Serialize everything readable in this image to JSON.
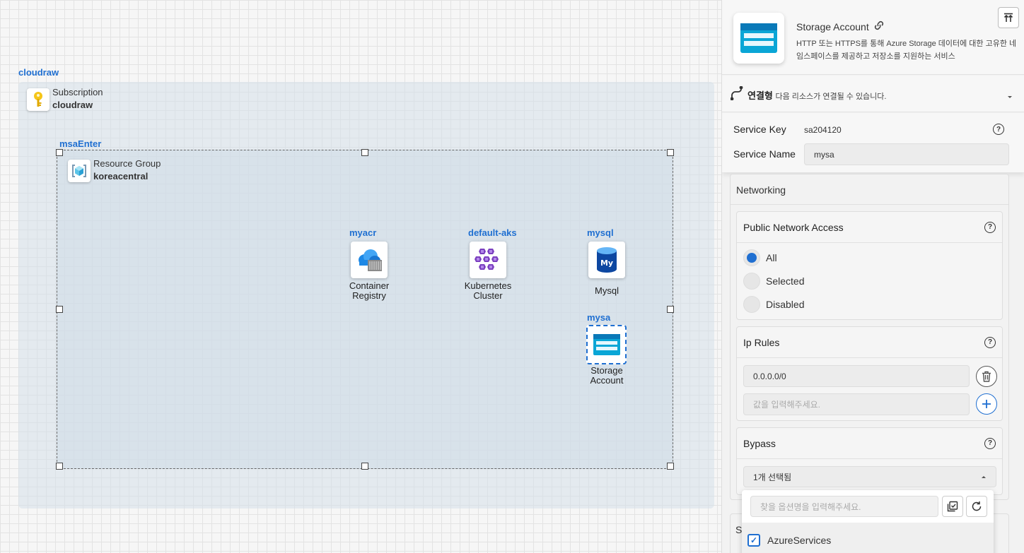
{
  "canvas": {
    "subscription": {
      "group_label": "cloudraw",
      "type_label": "Subscription",
      "name": "cloudraw"
    },
    "resource_group": {
      "group_label": "msaEnter",
      "type_label": "Resource Group",
      "name": "koreacentral"
    },
    "nodes": [
      {
        "name": "myacr",
        "caption_line1": "Container",
        "caption_line2": "Registry",
        "icon": "container-registry-icon"
      },
      {
        "name": "default-aks",
        "caption_line1": "Kubernetes",
        "caption_line2": "Cluster",
        "icon": "kubernetes-icon"
      },
      {
        "name": "mysql",
        "caption_line1": "Mysql",
        "caption_line2": "",
        "icon": "mysql-icon"
      },
      {
        "name": "mysa",
        "caption_line1": "Storage",
        "caption_line2": "Account",
        "icon": "storage-account-icon"
      }
    ]
  },
  "panel": {
    "title": "Storage Account",
    "description": "HTTP 또는 HTTPS를 통해 Azure Storage 데이터에 대한 고유한 네임스페이스를 제공하고 저장소를 지원하는 서비스",
    "connection": {
      "label": "연결형",
      "text": "다음 리소스가 연결될 수 있습니다."
    },
    "service_key_label": "Service Key",
    "service_key_value": "sa204120",
    "service_name_label": "Service Name",
    "service_name_value": "mysa",
    "networking_title": "Networking",
    "public_network_access": {
      "title": "Public Network Access",
      "options": [
        "All",
        "Selected",
        "Disabled"
      ],
      "selected": "All"
    },
    "ip_rules": {
      "title": "Ip Rules",
      "values": [
        "0.0.0.0/0"
      ],
      "placeholder": "값을 입력해주세요."
    },
    "bypass": {
      "title": "Bypass",
      "selected_text": "1개 선택됨",
      "search_placeholder": "찾을 옵션명을 입력해주세요.",
      "options": [
        {
          "label": "AzureServices",
          "checked": true
        }
      ]
    },
    "next_section_initial": "S",
    "help_glyph": "?",
    "check_glyph": "✓"
  },
  "colors": {
    "accent": "#1f6fd1",
    "canvas_bg": "#f6f6f6",
    "panel_bg": "#f2f2f2"
  }
}
